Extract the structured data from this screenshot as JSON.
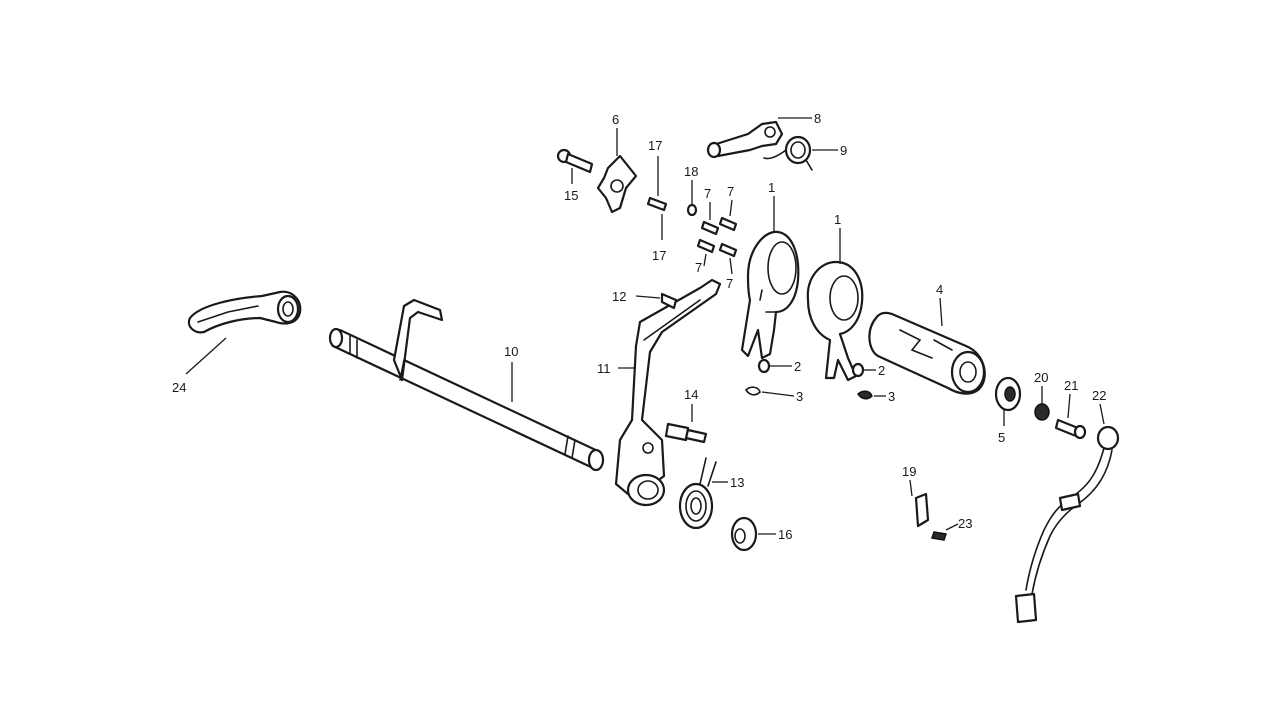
{
  "callouts": {
    "c1a": "1",
    "c1b": "1",
    "c2a": "2",
    "c2b": "2",
    "c3a": "3",
    "c3b": "3",
    "c4": "4",
    "c5": "5",
    "c6": "6",
    "c7a": "7",
    "c7b": "7",
    "c7c": "7",
    "c7d": "7",
    "c8": "8",
    "c9": "9",
    "c10": "10",
    "c11": "11",
    "c12": "12",
    "c13": "13",
    "c14": "14",
    "c15": "15",
    "c16": "16",
    "c17a": "17",
    "c17b": "17",
    "c18": "18",
    "c19": "19",
    "c20": "20",
    "c21": "21",
    "c22": "22",
    "c23": "23",
    "c24": "24"
  }
}
